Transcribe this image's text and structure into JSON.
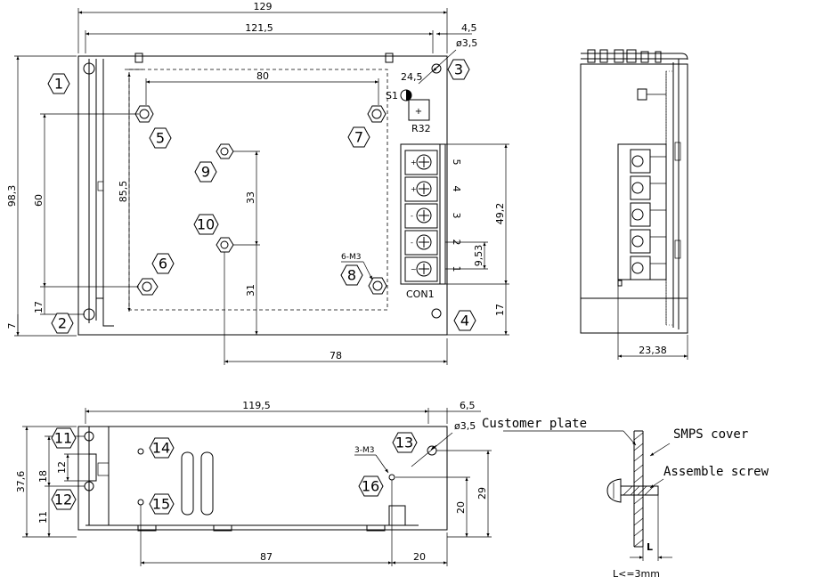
{
  "dimensions": {
    "width_129": "129",
    "width_121_5": "121,5",
    "edge_4_5": "4,5",
    "hole_dia_top": "ø3,5",
    "offset_24_5": "24,5",
    "width_80": "80",
    "height_98_3": "98,3",
    "height_85_5": "85,5",
    "height_60": "60",
    "height_17_left": "17",
    "height_7": "7",
    "height_33": "33",
    "height_31": "31",
    "height_49_2": "49,2",
    "pitch_9_53": "9,53",
    "height_17_right": "17",
    "width_78": "78",
    "side_width": "23,38",
    "width_119_5": "119,5",
    "edge_6_5": "6,5",
    "hole_dia_bottom": "ø3,5",
    "height_37_6": "37,6",
    "height_18": "18",
    "height_12": "12",
    "height_11": "11",
    "height_29": "29",
    "height_20_v": "20",
    "width_87": "87",
    "width_20_h": "20"
  },
  "labels": {
    "switch": "S1",
    "trimmer": "R32",
    "connector": "CON1",
    "screw_top": "6-M3",
    "screw_bottom": "3-M3",
    "customer_plate": "Customer plate",
    "smps_cover": "SMPS cover",
    "assemble_screw": "Assemble screw",
    "screw_length_L": "L",
    "screw_length_rule": "L<=3mm"
  },
  "terminals": [
    "5",
    "4",
    "3",
    "2",
    "1"
  ],
  "markers": {
    "m1": "1",
    "m2": "2",
    "m3": "3",
    "m4": "4",
    "m5": "5",
    "m6": "6",
    "m7": "7",
    "m8": "8",
    "m9": "9",
    "m10": "10",
    "m11": "11",
    "m12": "12",
    "m13": "13",
    "m14": "14",
    "m15": "15",
    "m16": "16"
  }
}
